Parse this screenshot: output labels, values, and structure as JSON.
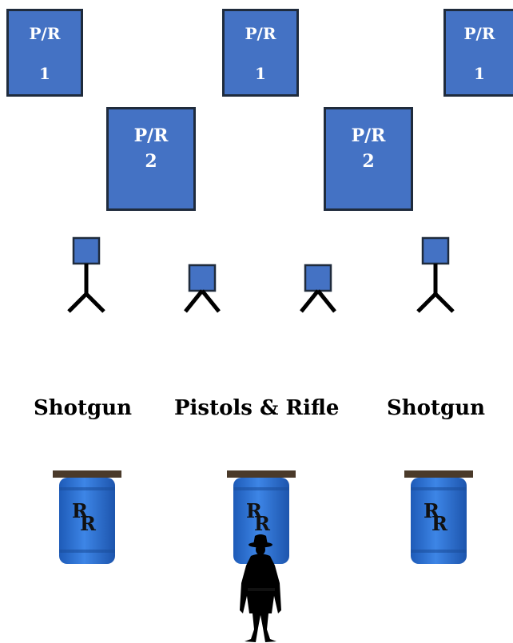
{
  "targets_top": [
    {
      "line1": "P/R",
      "line2": "1"
    },
    {
      "line1": "P/R",
      "line2": "1"
    },
    {
      "line1": "P/R",
      "line2": "1"
    }
  ],
  "targets_mid": [
    {
      "line1": "P/R",
      "line2": "2"
    },
    {
      "line1": "P/R",
      "line2": "2"
    }
  ],
  "stations": [
    {
      "label": "Shotgun"
    },
    {
      "label": "Pistols & Rifle"
    },
    {
      "label": "Shotgun"
    }
  ],
  "barrel_logo": "RR",
  "colors": {
    "target_fill": "#4472c4",
    "target_border": "#1f2b3c",
    "barrel_blue": "#2f6fd6",
    "barrel_lid": "#4a3a2a"
  }
}
